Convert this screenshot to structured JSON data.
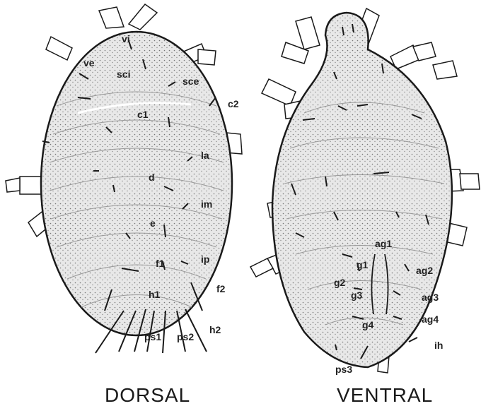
{
  "dorsal": {
    "caption": "DORSAL",
    "labels": [
      "vi",
      "ve",
      "sci",
      "sce",
      "c2",
      "c1",
      "la",
      "d",
      "im",
      "e",
      "ip",
      "f1",
      "f2",
      "h1",
      "h2",
      "ps1",
      "ps2"
    ]
  },
  "ventral": {
    "caption": "VENTRAL",
    "labels": [
      "ag1",
      "g1",
      "ag2",
      "g2",
      "g3",
      "ag3",
      "ag4",
      "g4",
      "ih",
      "ps3"
    ]
  },
  "colors": {
    "body_fill": "#e4e4e4",
    "outline": "#1a1a1a",
    "label": "#222222"
  }
}
